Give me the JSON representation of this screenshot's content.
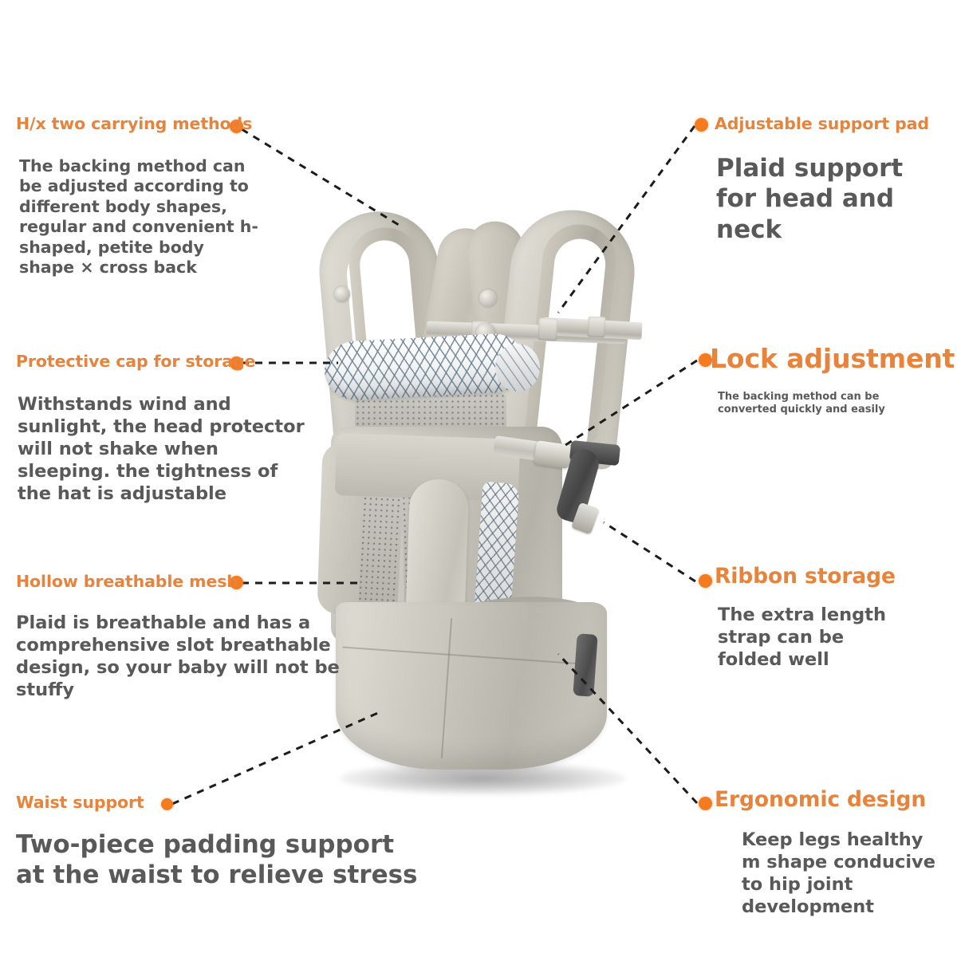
{
  "meta": {
    "product": "Baby carrier feature infographic",
    "accent_color": "#E8833C",
    "dot_color": "#F47B20",
    "body_text_color": "#595959",
    "background_color": "#FFFFFF"
  },
  "callouts": [
    {
      "id": "carrying-methods",
      "heading": "H/x two carrying methods",
      "body": "The backing method can be adjusted according to different body shapes, regular and convenient h-shaped, petite body shape × cross back"
    },
    {
      "id": "support-pad",
      "heading": "Adjustable support pad",
      "body": "Plaid support for head and neck"
    },
    {
      "id": "protective-cap",
      "heading": "Protective cap for storage",
      "body": "Withstands wind and sunlight, the head protector will not shake when sleeping. the tightness of the hat is adjustable"
    },
    {
      "id": "lock-adjustment",
      "heading": "Lock adjustment",
      "body": "The backing method can be converted quickly and easily"
    },
    {
      "id": "breathable-mesh",
      "heading": "Hollow breathable mesh",
      "body": "Plaid is breathable and has a comprehensive slot breathable design, so your baby will not be stuffy"
    },
    {
      "id": "ribbon-storage",
      "heading": "Ribbon storage",
      "body": "The extra length strap can be folded well"
    },
    {
      "id": "waist-support",
      "heading": "Waist support",
      "body": "Two-piece padding support at the waist to relieve stress"
    },
    {
      "id": "ergonomic-design",
      "heading": "Ergonomic design",
      "body": "Keep legs healthy m shape conducive to hip joint development"
    }
  ]
}
